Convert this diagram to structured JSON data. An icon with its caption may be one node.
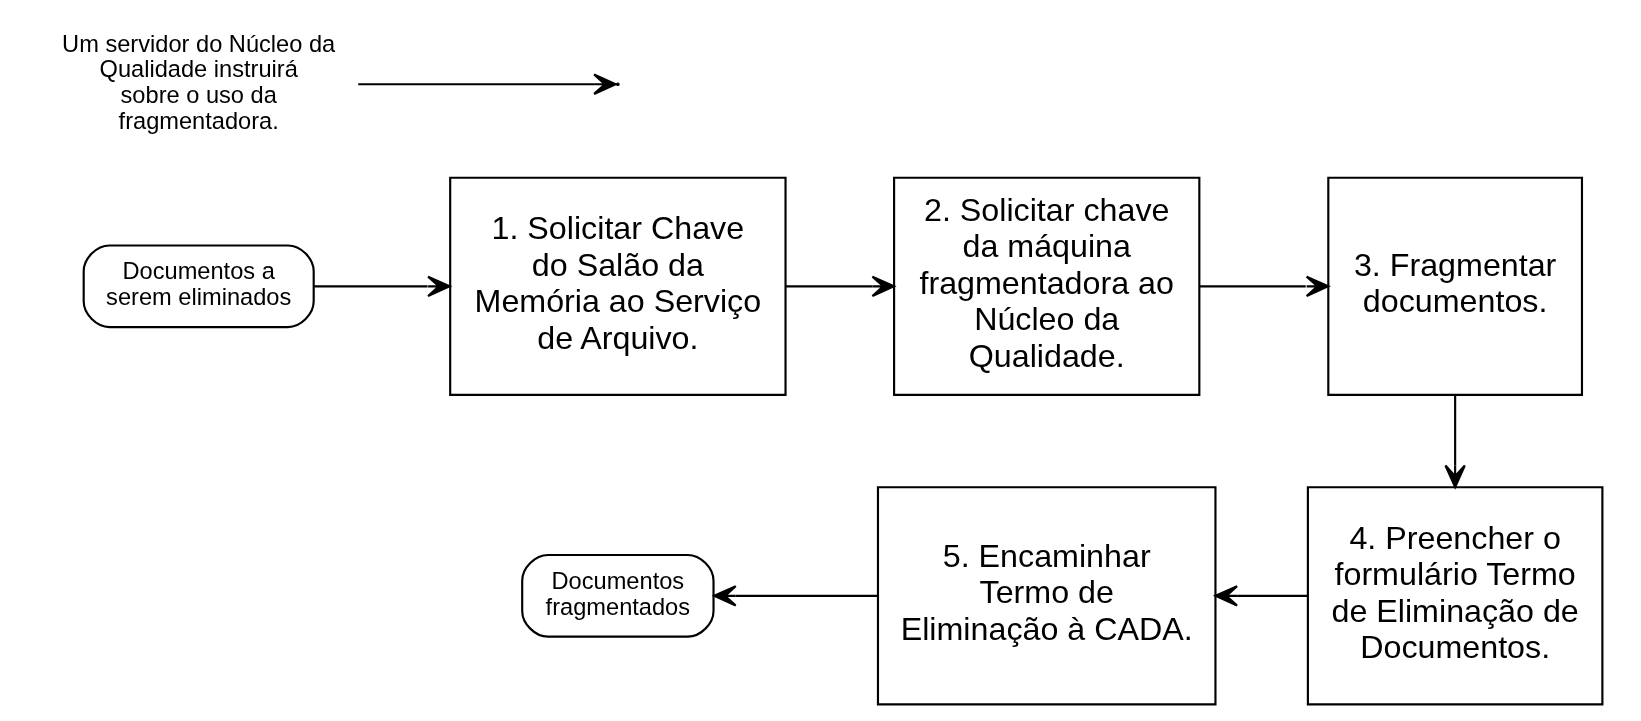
{
  "diagram": {
    "nodes": [
      {
        "text": [
          "Documentos a serem eliminados"
        ]
      },
      {
        "text": [
          "1. Solicitar Chave do Salão da Memória ao Serviço de Arquivo."
        ]
      },
      {
        "text": [
          "2. Solicitar chave da máquina fragmentadora ao Núcleo da Qualidade."
        ]
      },
      {
        "text": [
          "3. Fragmentar documentos."
        ]
      },
      {
        "text": [
          "Um servidor do Núcleo da Qualidade instruirá sobre o uso da fragmentadora."
        ]
      },
      {
        "text": [
          "4. Preencher o formulário Termo de Eliminação de Documentos."
        ]
      },
      {
        "text": [
          "5. Encaminhar Termo de Eliminação à CADA."
        ]
      },
      {
        "text": [
          "Documentos fragmentados"
        ]
      }
    ],
    "edges": [
      {
        "from": 0,
        "to": 1,
        "arrow": "to"
      },
      {
        "from": 1,
        "to": 2,
        "arrow": "to"
      },
      {
        "from": 2,
        "to": 3,
        "arrow": "to"
      },
      {
        "from": 4,
        "to": null,
        "arrow": "to"
      },
      {
        "from": 3,
        "to": 5,
        "arrow": "to"
      },
      {
        "from": 5,
        "to": 6,
        "arrow": "to"
      },
      {
        "from": 6,
        "to": 7,
        "arrow": "to"
      }
    ]
  }
}
